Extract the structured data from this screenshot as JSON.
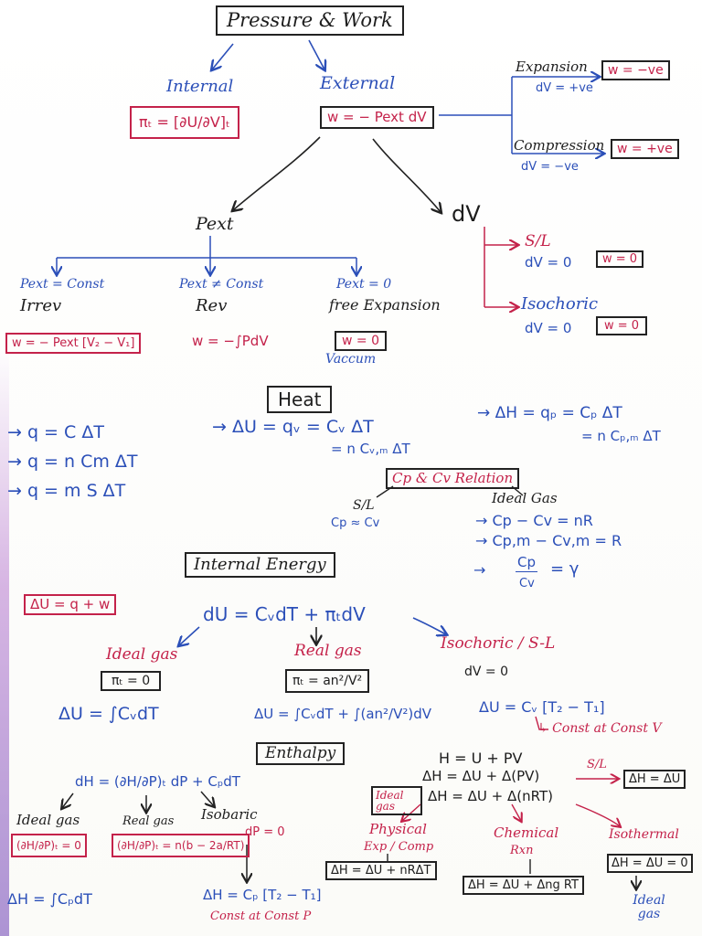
{
  "pressure_work": {
    "title": "Pressure & Work",
    "internal": {
      "label": "Internal",
      "formula": "πₜ = [∂U/∂V]ₜ"
    },
    "external": {
      "label": "External",
      "formula": "w = − Pext dV"
    },
    "expansion": {
      "label": "Expansion",
      "sign": "dV = +ve",
      "result": "w = −ve"
    },
    "compression": {
      "label": "Compression",
      "sign": "dV = −ve",
      "result": "w = +ve"
    },
    "pext": "Pext",
    "dv": "dV",
    "sl": {
      "label": "S/L",
      "cond": "dV = 0",
      "result": "w = 0"
    },
    "isochoric": {
      "label": "Isochoric",
      "cond": "dV = 0",
      "result": "w = 0"
    },
    "irrev": {
      "cond": "Pext = Const",
      "label": "Irrev",
      "formula": "w = − Pext [V₂ − V₁]"
    },
    "rev": {
      "cond": "Pext ≠ Const",
      "label": "Rev",
      "formula": "w = −∫PdV"
    },
    "free": {
      "cond": "Pext = 0",
      "label": "free Expansion",
      "formula": "w = 0",
      "note": "Vaccum"
    }
  },
  "heat": {
    "title": "Heat",
    "q1": "→ q = C ΔT",
    "q2": "→ q = n Cm ΔT",
    "q3": "→ q = m S ΔT",
    "du1": "→ ΔU = qᵥ = Cᵥ ΔT",
    "du2": "= n Cᵥ,ₘ ΔT",
    "dh1": "→ ΔH = qₚ = Cₚ ΔT",
    "dh2": "= n Cₚ,ₘ ΔT",
    "relation": "Cp & Cv Relation",
    "sl": "S/L",
    "sl_rel": "Cp ≈ Cv",
    "ideal": "Ideal Gas",
    "r1": "→ Cp − Cv = nR",
    "r2": "→ Cp,m − Cv,m = R",
    "r3_arrow": "→",
    "r3_num": "Cp",
    "r3_den": "Cv",
    "r3_eq": "= γ"
  },
  "internal_energy": {
    "title": "Internal Energy",
    "first_law": "ΔU = q + w",
    "main": "dU = CᵥdT + πₜdV",
    "ideal": {
      "label": "Ideal gas",
      "box": "πₜ = 0",
      "result": "ΔU = ∫CᵥdT"
    },
    "real": {
      "label": "Real gas",
      "box": "πₜ = an²/V²",
      "result": "ΔU = ∫CᵥdT + ∫(an²/V²)dV"
    },
    "iso": {
      "label": "Isochoric / S-L",
      "cond": "dV = 0",
      "result": "ΔU = Cᵥ [T₂ − T₁]",
      "note": "↳ Const at Const V"
    }
  },
  "enthalpy": {
    "title": "Enthalpy",
    "main": "dH = (∂H/∂P)ₜ dP + CₚdT",
    "ideal": {
      "label": "Ideal gas",
      "box": "(∂H/∂P)ₜ = 0",
      "result": "ΔH = ∫CₚdT"
    },
    "real": {
      "label": "Real gas",
      "box": "(∂H/∂P)ₜ = n(b − 2a/RT)"
    },
    "isobaric": {
      "label": "Isobaric",
      "cond": "dP = 0",
      "result": "ΔH = Cₚ [T₂ − T₁]",
      "note": "Const at Const P"
    },
    "h_def": "H = U + PV",
    "dh1": "ΔH = ΔU + Δ(PV)",
    "sl": "S/L",
    "dh_sl": "ΔH = ΔU",
    "ideal_gas_box": "Ideal gas",
    "dh2": "ΔH = ΔU + Δ(nRT)",
    "physical": {
      "label": "Physical",
      "sub": "Exp / Comp",
      "result": "ΔH = ΔU + nRΔT"
    },
    "chemical": {
      "label": "Chemical",
      "sub": "Rxn",
      "result": "ΔH = ΔU + Δng RT"
    },
    "isothermal": {
      "label": "Isothermal",
      "result": "ΔH = ΔU = 0",
      "note": "Ideal gas"
    }
  }
}
